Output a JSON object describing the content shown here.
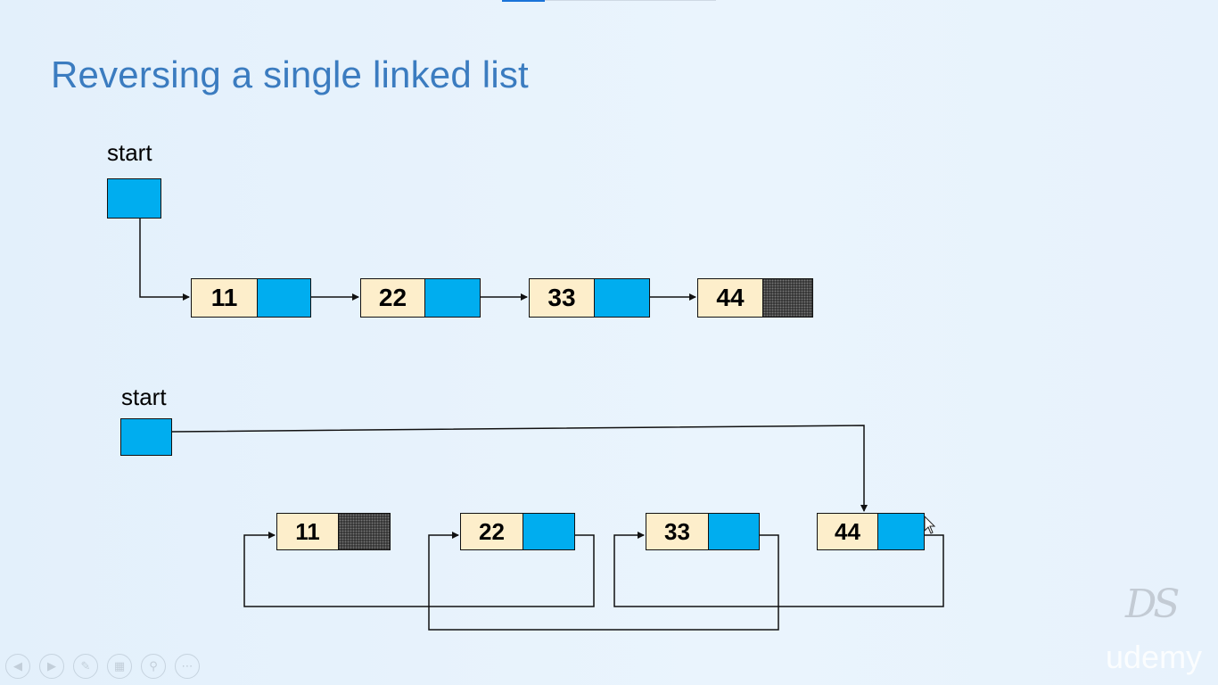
{
  "title": "Reversing a single linked list",
  "diagrams": {
    "original": {
      "start_label": "start",
      "nodes": [
        {
          "info": "11",
          "link": "pointer"
        },
        {
          "info": "22",
          "link": "pointer"
        },
        {
          "info": "33",
          "link": "pointer"
        },
        {
          "info": "44",
          "link": "null"
        }
      ]
    },
    "reversed": {
      "start_label": "start",
      "nodes": [
        {
          "info": "11",
          "link": "null"
        },
        {
          "info": "22",
          "link": "pointer"
        },
        {
          "info": "33",
          "link": "pointer"
        },
        {
          "info": "44",
          "link": "pointer"
        }
      ]
    }
  },
  "colors": {
    "title": "#3b7cc0",
    "pointer_fill": "#00adef",
    "info_fill": "#fdeecb",
    "background": "#e8f3fc"
  },
  "player_controls": [
    "prev-icon",
    "next-icon",
    "pen-icon",
    "slides-icon",
    "zoom-icon",
    "more-icon"
  ],
  "logo_text": "DS",
  "watermark_text": "udemy"
}
